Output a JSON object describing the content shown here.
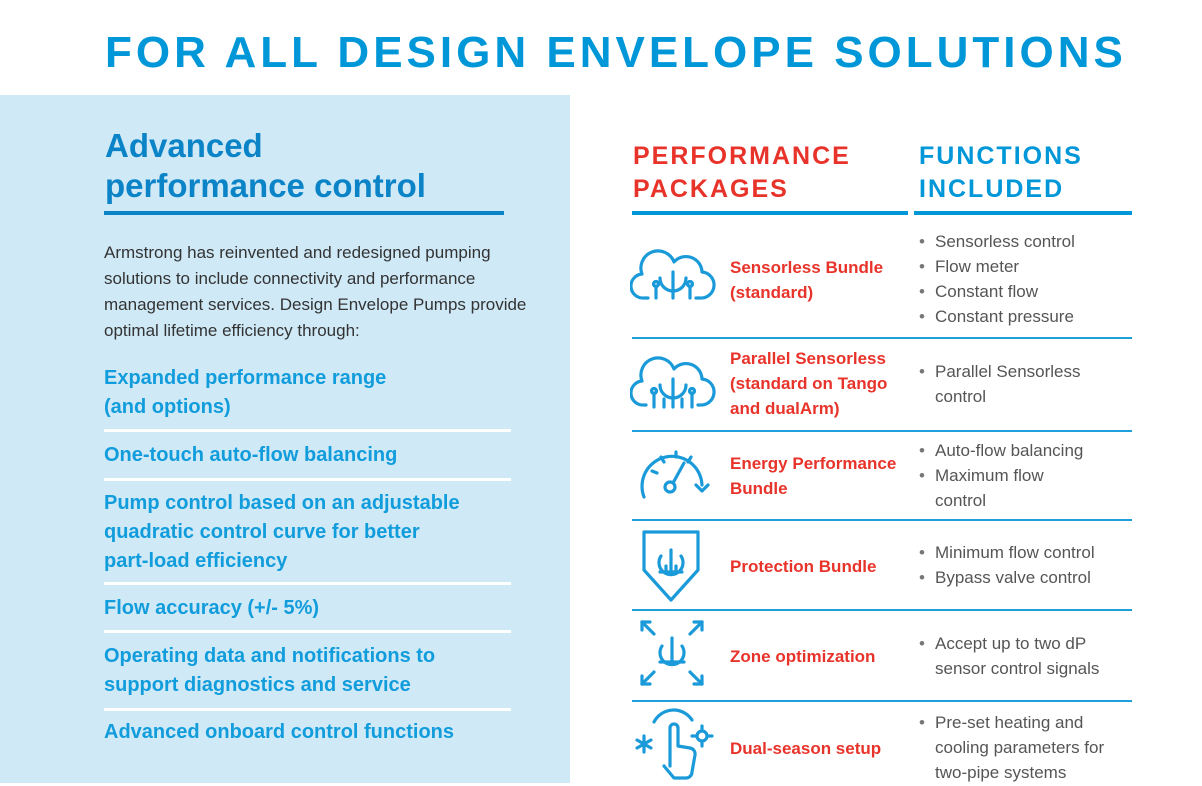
{
  "page_title": "FOR ALL DESIGN ENVELOPE SOLUTIONS",
  "left": {
    "heading_line1": "Advanced",
    "heading_line2": "performance control",
    "intro": "Armstrong has reinvented and redesigned pumping solutions to include connectivity and performance management services. Design Envelope Pumps provide optimal lifetime efficiency through:",
    "features": [
      {
        "lines": [
          "Expanded performance range",
          "(and options)"
        ]
      },
      {
        "lines": [
          "One-touch auto-flow balancing"
        ]
      },
      {
        "lines": [
          "Pump control based on an adjustable",
          "quadratic control curve for better",
          "part-load efficiency"
        ]
      },
      {
        "lines": [
          "Flow accuracy (+/- 5%)"
        ]
      },
      {
        "lines": [
          "Operating data and notifications to",
          "support diagnostics and service"
        ]
      },
      {
        "lines": [
          "Advanced onboard control functions"
        ]
      }
    ]
  },
  "table": {
    "col1_line1": "PERFORMANCE",
    "col1_line2": "PACKAGES",
    "col2_line1": "FUNCTIONS",
    "col2_line2": "INCLUDED",
    "rows": [
      {
        "icon": "cloud-connect-icon",
        "name_lines": [
          "Sensorless Bundle",
          "(standard)"
        ],
        "functions": [
          [
            "Sensorless control"
          ],
          [
            "Flow meter"
          ],
          [
            "Constant flow"
          ],
          [
            "Constant pressure"
          ]
        ]
      },
      {
        "icon": "parallel-cloud-icon",
        "name_lines": [
          "Parallel Sensorless",
          "(standard on Tango",
          "and dualArm)"
        ],
        "functions": [
          [
            "Parallel Sensorless",
            "control"
          ]
        ]
      },
      {
        "icon": "gauge-icon",
        "name_lines": [
          "Energy Performance",
          "Bundle"
        ],
        "functions": [
          [
            "Auto-flow balancing"
          ],
          [
            "Maximum flow",
            "control"
          ]
        ]
      },
      {
        "icon": "shield-touch-icon",
        "name_lines": [
          "Protection Bundle"
        ],
        "functions": [
          [
            "Minimum flow control"
          ],
          [
            "Bypass valve control"
          ]
        ]
      },
      {
        "icon": "zone-arrows-icon",
        "name_lines": [
          "Zone optimization"
        ],
        "functions": [
          [
            "Accept up to two dP",
            "sensor control signals"
          ]
        ]
      },
      {
        "icon": "hand-snowflake-gear-icon",
        "name_lines": [
          "Dual-season setup"
        ],
        "functions": [
          [
            "Pre-set heating and",
            "cooling parameters for",
            "two-pipe systems"
          ]
        ]
      }
    ]
  },
  "colors": {
    "blue": "#0097d8",
    "dark_blue": "#0a83c7",
    "red": "#e8332a",
    "panel": "#cfe9f7"
  }
}
